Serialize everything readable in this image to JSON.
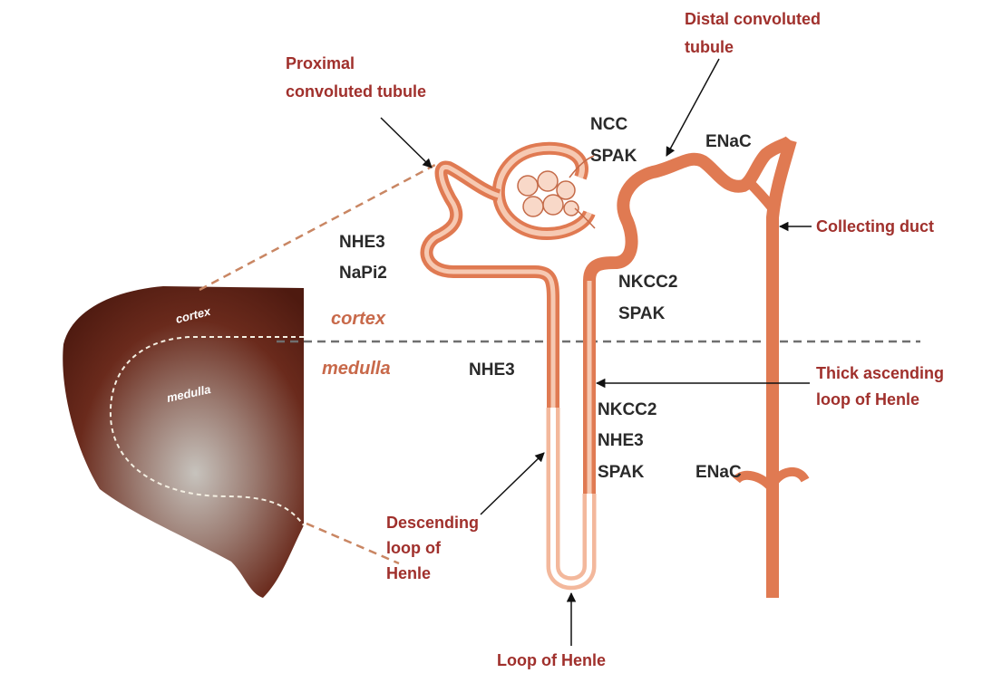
{
  "structures": {
    "proximal": [
      "Proximal",
      "convoluted tubule"
    ],
    "distal": [
      "Distal convoluted",
      "tubule"
    ],
    "collecting": "Collecting duct",
    "thick_ascending": [
      "Thick ascending",
      "loop of Henle"
    ],
    "descending": [
      "Descending",
      "loop of",
      "Henle"
    ],
    "loop": "Loop of Henle"
  },
  "proteins": {
    "pct": [
      "NHE3",
      "NaPi2"
    ],
    "dct": [
      "NCC",
      "SPAK"
    ],
    "cd_cortex": "ENaC",
    "tal_cortex": [
      "NKCC2",
      "SPAK"
    ],
    "medulla_left": "NHE3",
    "tal_medulla": [
      "NKCC2",
      "NHE3",
      "SPAK"
    ],
    "cd_medulla": "ENaC"
  },
  "regions": {
    "cortex": "cortex",
    "medulla": "medulla"
  },
  "kidney_slice": {
    "cortex": "cortex",
    "medulla": "medulla"
  },
  "colors": {
    "label_dark_red": "#a0302c",
    "tubule_orange": "#e07a52",
    "tubule_light": "#f6c9b2",
    "kidney_brown": "#5a2014",
    "region_orange": "#c8694a"
  }
}
